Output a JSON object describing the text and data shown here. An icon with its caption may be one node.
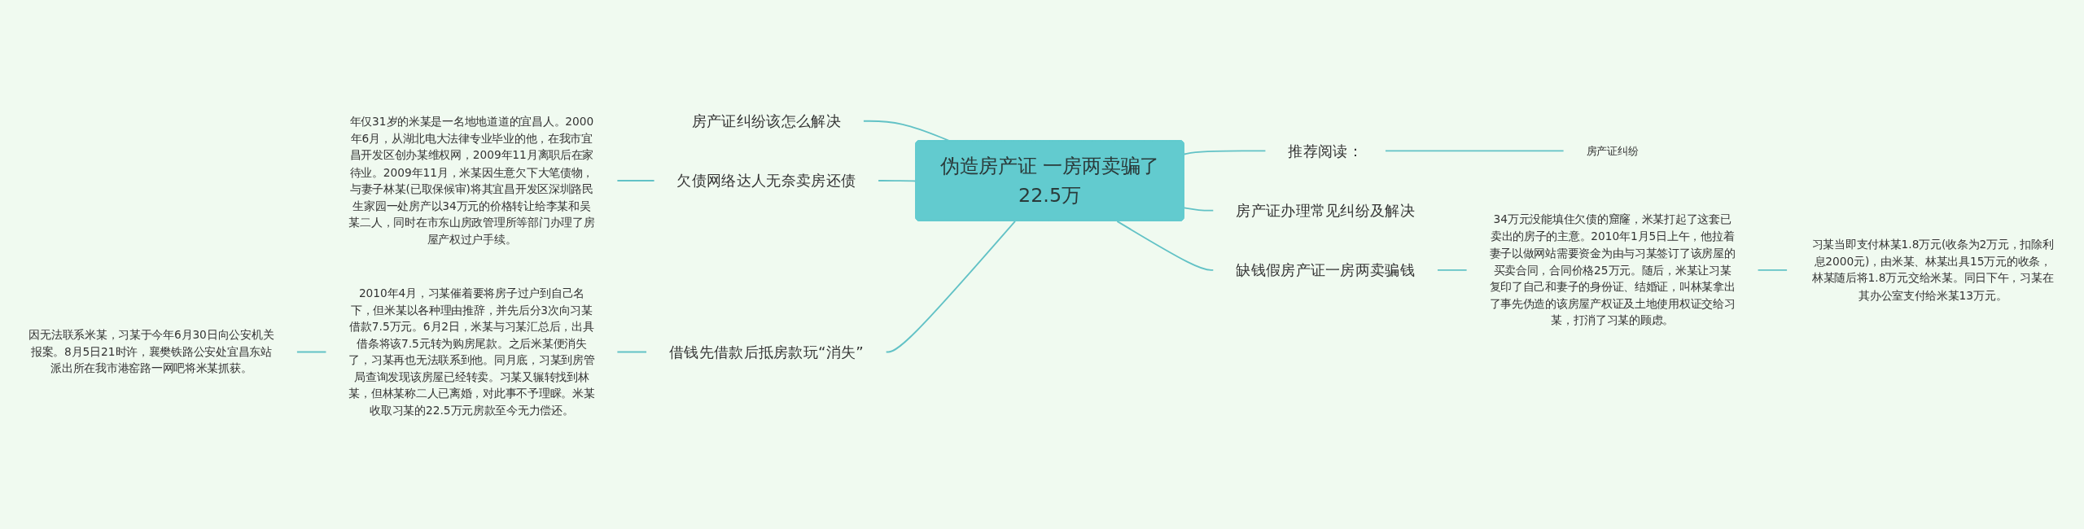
{
  "diagram": {
    "nodes": [
      {
        "text": [
          "伪造房产证 一房两卖骗了22.5万"
        ]
      },
      {
        "text": [
          "房产证纠纷该怎么解决"
        ]
      },
      {
        "text": [
          "欠债网络达人无奈卖房还债"
        ]
      },
      {
        "text": [
          "年仅31岁的米某是一名地地道道的宜昌人。2000年6月，从湖北电大法律专业毕业的他，在我市宜昌开发区创办某维权网，2009年11月离职后在家待业。2009年11月，米某因生意欠下大笔债物，与妻子林某(已取保候审)将其宜昌开发区深圳路民生家园一处房产以34万元的价格转让给李某和吴某二人，同时在市东山房政管理所等部门办理了房屋产权过户手续。"
        ]
      },
      {
        "text": [
          "借钱先借款后抵房款玩“消失”"
        ]
      },
      {
        "text": [
          "2010年4月，习某催着要将房子过户到自己名下，但米某以各种理由推辞，并先后分3次向习某借款7.5万元。6月2日，米某与习某汇总后，出具借条将该7.5元转为购房尾款。之后米某便消失了，习某再也无法联系到他。同月底，习某到房管局查询发现该房屋已经转卖。习某又辗转找到林某，但林某称二人已离婚，对此事不予理睬。米某收取习某的22.5万元房款至今无力偿还。"
        ]
      },
      {
        "text": [
          "因无法联系米某，习某于今年6月30日向公安机关报案。8月5日21时许，襄樊铁路公安处宜昌东站派出所在我市港窑路一网吧将米某抓获。"
        ]
      },
      {
        "text": [
          "推荐阅读："
        ]
      },
      {
        "text": [
          "房产证纠纷"
        ]
      },
      {
        "text": [
          "房产证办理常见纠纷及解决"
        ]
      },
      {
        "text": [
          "缺钱假房产证一房两卖骗钱"
        ]
      },
      {
        "text": [
          "34万元没能填住欠债的窟窿，米某打起了这套已卖出的房子的主意。2010年1月5日上午，他拉着妻子以做网站需要资金为由与习某签订了该房屋的买卖合同，合同价格25万元。随后，米某让习某复印了自己和妻子的身份证、结婚证，叫林某拿出了事先伪造的该房屋产权证及土地使用权证交给习某，打消了习某的顾虑。"
        ]
      },
      {
        "text": [
          "习某当即支付林某1.8万元(收条为2万元，扣除利息2000元)，由米某、林某出具15万元的收条，林某随后将1.8万元交给米某。同日下午，习某在其办公室支付给米某13万元。"
        ]
      }
    ],
    "edges": [
      {
        "from": 0,
        "to": 1,
        "arrow": "none"
      },
      {
        "from": 0,
        "to": 2,
        "arrow": "none"
      },
      {
        "from": 2,
        "to": 3,
        "arrow": "none"
      },
      {
        "from": 0,
        "to": 4,
        "arrow": "none"
      },
      {
        "from": 4,
        "to": 5,
        "arrow": "none"
      },
      {
        "from": 5,
        "to": 6,
        "arrow": "none"
      },
      {
        "from": 0,
        "to": 7,
        "arrow": "none"
      },
      {
        "from": 7,
        "to": 8,
        "arrow": "none"
      },
      {
        "from": 0,
        "to": 9,
        "arrow": "none"
      },
      {
        "from": 0,
        "to": 10,
        "arrow": "none"
      },
      {
        "from": 10,
        "to": 11,
        "arrow": "none"
      },
      {
        "from": 11,
        "to": 12,
        "arrow": "none"
      }
    ]
  }
}
